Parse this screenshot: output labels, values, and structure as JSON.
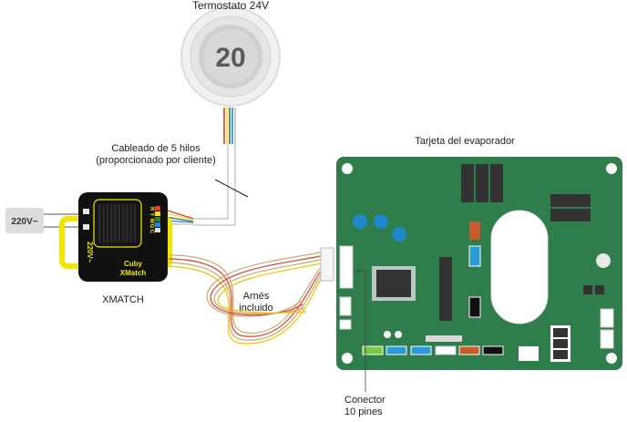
{
  "thermostat": {
    "title": "Termostato 24V",
    "display_value": "20"
  },
  "wiring": {
    "label_line1": "Cableado de 5 hilos",
    "label_line2": "(proporcionado por cliente)",
    "wire_colors": [
      "#e53935",
      "#fdd835",
      "#2e7d32",
      "#1e88e5",
      "#e0e0e0"
    ]
  },
  "power": {
    "label": "220V~"
  },
  "xmatch": {
    "name": "XMATCH",
    "side_text": "220V~",
    "terminal_letters": [
      "R",
      "Y",
      "W",
      "G",
      "C"
    ],
    "brand_line1": "Cuby",
    "brand_line2": "XMatch",
    "accent_color": "#f2e600"
  },
  "harness": {
    "label_line1": "Arnés",
    "label_line2": "incluido"
  },
  "board": {
    "title": "Tarjeta del evaporador",
    "pcb_color": "#2e7d4a"
  },
  "connector": {
    "label_line1": "Conector",
    "label_line2": "10 pines"
  }
}
